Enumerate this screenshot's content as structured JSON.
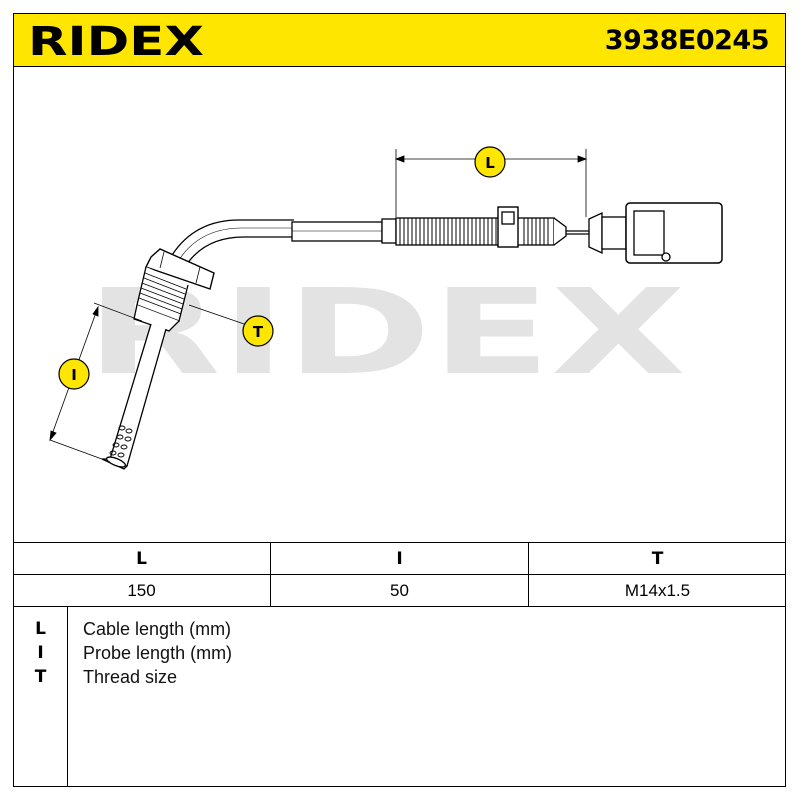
{
  "header": {
    "brand": "RIDEX",
    "part_number": "3938E0245"
  },
  "drawing": {
    "watermark": "RIDEX",
    "labels": {
      "L": "L",
      "I": "I",
      "T": "T"
    },
    "callout_color": "#ffe600"
  },
  "table": {
    "headers": [
      "L",
      "I",
      "T"
    ],
    "values": [
      "150",
      "50",
      "M14x1.5"
    ]
  },
  "legend": [
    {
      "key": "L",
      "text": "Cable length (mm)"
    },
    {
      "key": "I",
      "text": "Probe length (mm)"
    },
    {
      "key": "T",
      "text": "Thread size"
    }
  ]
}
